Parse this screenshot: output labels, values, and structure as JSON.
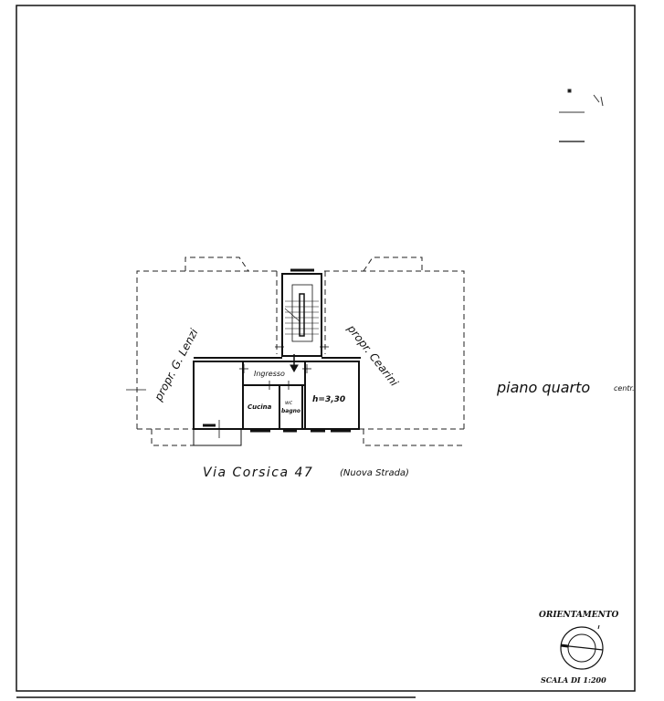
{
  "plan": {
    "neighbor_left": "propr. G. Lenzi",
    "neighbor_right": "propr. Cearini",
    "rooms": {
      "entrance": "Ingresso",
      "kitchen": "Cucina",
      "wc_line1": "wc",
      "wc_line2": "bagno",
      "height": "h=3,30"
    },
    "street": "Via Corsica 47",
    "street_note": "(Nuova Strada)",
    "floor": "piano quarto",
    "floor_suffix": "centr."
  },
  "legend": {
    "orientation": "ORIENTAMENTO",
    "scale": "SCALA DI 1:200"
  }
}
